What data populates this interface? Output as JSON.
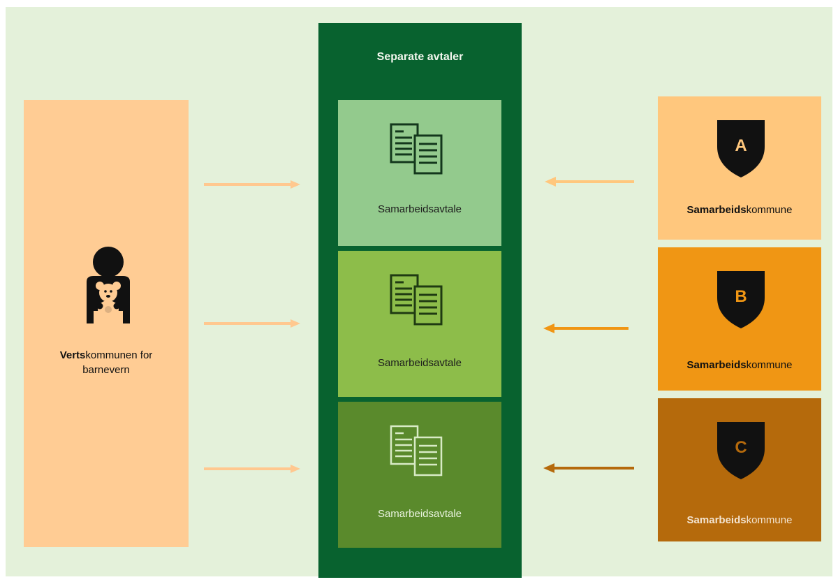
{
  "colors": {
    "background": "#e4f1da",
    "host_panel": "#ffcc94",
    "center_column": "#08622f",
    "agreement_1": "#93ca8d",
    "agreement_2": "#8dbd4a",
    "agreement_3": "#5a8a2c",
    "muni_a": "#ffc77d",
    "muni_b": "#f09614",
    "muni_c": "#b56a0c",
    "arrow_left": "#ffc88f",
    "arrow_a": "#ffc77d",
    "arrow_b": "#f09614",
    "arrow_c": "#b56a0c"
  },
  "host": {
    "label_bold": "Verts",
    "label_rest": "kommunen for",
    "label_line2": "barnevern",
    "icon": "person-holding-teddy-bear-icon"
  },
  "center": {
    "title": "Separate avtaler",
    "agreements": [
      {
        "label": "Samarbeidsavtale",
        "icon": "documents-icon"
      },
      {
        "label": "Samarbeidsavtale",
        "icon": "documents-icon"
      },
      {
        "label": "Samarbeidsavtale",
        "icon": "documents-icon"
      }
    ]
  },
  "municipalities": [
    {
      "letter": "A",
      "label_bold": "Samarbeids",
      "label_rest": "kommune",
      "icon": "shield-icon"
    },
    {
      "letter": "B",
      "label_bold": "Samarbeids",
      "label_rest": "kommune",
      "icon": "shield-icon"
    },
    {
      "letter": "C",
      "label_bold": "Samarbeids",
      "label_rest": "kommune",
      "icon": "shield-icon"
    }
  ]
}
